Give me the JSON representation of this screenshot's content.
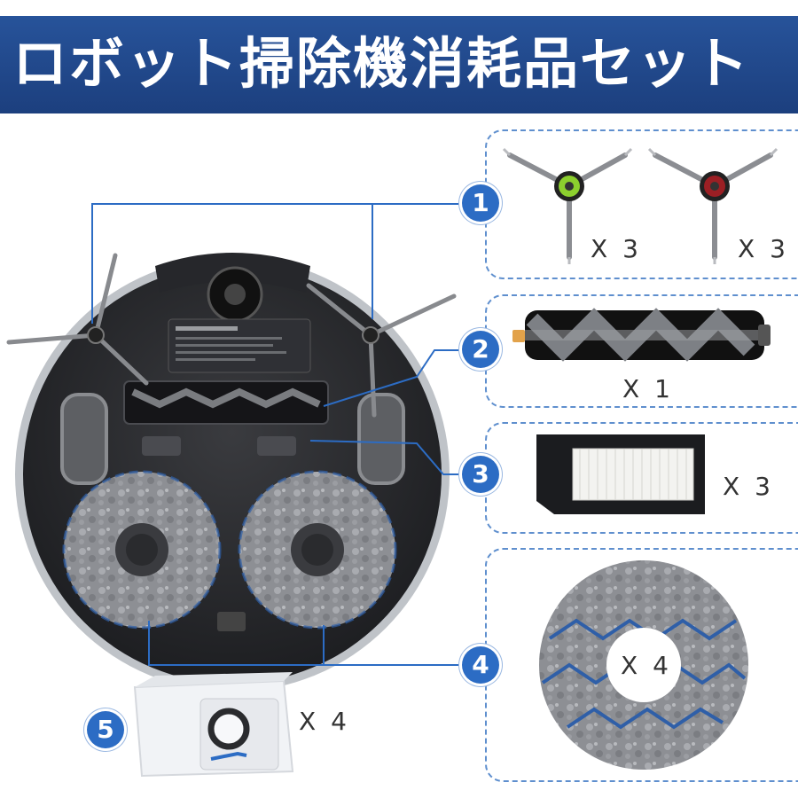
{
  "header": {
    "title": "ロボット掃除機消耗品セット"
  },
  "colors": {
    "banner": "#1c3f7e",
    "badge": "#2c6cc4",
    "panel_border": "#5f8fce"
  },
  "badges": [
    "1",
    "2",
    "3",
    "4",
    "5"
  ],
  "items": [
    {
      "id": "side-brush-green",
      "icon": "side-brush-icon",
      "quantity": "X 3"
    },
    {
      "id": "side-brush-red",
      "icon": "side-brush-icon",
      "quantity": "X 3"
    },
    {
      "id": "main-roller-brush",
      "icon": "roller-brush-icon",
      "quantity": "X 1"
    },
    {
      "id": "hepa-filter",
      "icon": "filter-icon",
      "quantity": "X 3"
    },
    {
      "id": "mop-pad",
      "icon": "mop-pad-icon",
      "quantity": "X 4"
    },
    {
      "id": "dust-bag",
      "icon": "dust-bag-icon",
      "quantity": "X 4"
    }
  ],
  "robot": {
    "icon": "robot-vacuum-icon"
  }
}
